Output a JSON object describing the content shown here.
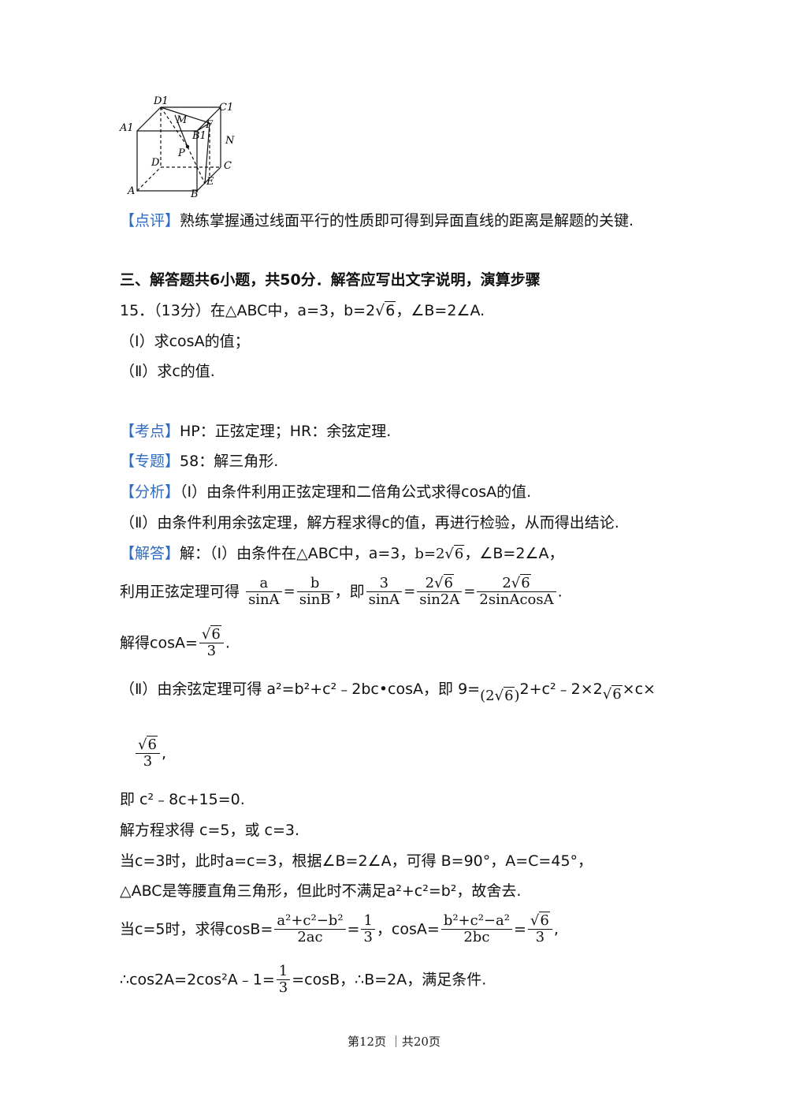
{
  "figure": {
    "labels": [
      "D1",
      "C1",
      "A1",
      "M",
      "F",
      "B1",
      "N",
      "P",
      "D",
      "C",
      "A",
      "B",
      "E"
    ]
  },
  "comment": {
    "tag": "【点评】",
    "text": "熟练掌握通过线面平行的性质即可得到异面直线的距离是解题的关键."
  },
  "section_title": "三、解答题共6小题，共50分．解答应写出文字说明，演算步骤",
  "problem": {
    "head": "15．（13分）在△ABC中，a=3，b=2",
    "sqrt6": "6",
    "tail": "，∠B=2∠A.",
    "q1": "（Ⅰ）求cosA的值；",
    "q2": "（Ⅱ）求c的值."
  },
  "kaodian": {
    "tag": "【考点】",
    "text": "HP：正弦定理；HR：余弦定理."
  },
  "zhuanti": {
    "tag": "【专题】",
    "text": "58：解三角形."
  },
  "fenxi": {
    "tag": "【分析】",
    "text": "（Ⅰ）由条件利用正弦定理和二倍角公式求得cosA的值."
  },
  "fenxi2": "（Ⅱ）由条件利用余弦定理，解方程求得c的值，再进行检验，从而得出结论.",
  "jieda": {
    "tag": "【解答】",
    "text1": "解：（Ⅰ）由条件在△ABC中，a=3，",
    "b": "b=2",
    "text2": "，∠B=2∠A，"
  },
  "step1": {
    "lead": "利用正弦定理可得",
    "f1n": "a",
    "f1d": "sinA",
    "eq": "=",
    "f2n": "b",
    "f2d": "sinB",
    "ji": "，即",
    "f3n": "3",
    "f3d": "sinA",
    "f4n": "2",
    "f4d": "sin2A",
    "f5n": "2",
    "f5d": "2sinAcosA",
    "end": "."
  },
  "step2": {
    "lead": "解得cosA=",
    "den": "3",
    "end": "."
  },
  "step3": {
    "lead": "（Ⅱ）由余弦定理可得",
    "eq": "a²=b²+c²﹣2bc•cosA，即",
    "nine": "9=",
    "p1": "(2",
    "p2": ")",
    "rest": "2+c²﹣2×2",
    "tail": "×c×"
  },
  "step3b": {
    "den": "3",
    "end": ","
  },
  "step4": "即 c²﹣8c+15=0.",
  "step5": "解方程求得 c=5，或 c=3.",
  "step6": "当c=3时，此时a=c=3，根据∠B=2∠A，可得 B=90°，A=C=45°，",
  "step7": "△ABC是等腰直角三角形，但此时不满足a²+c²=b²，故舍去.",
  "step8": {
    "lead": "当c=5时，求得cosB=",
    "n1": "a²+c²−b²",
    "d1": "2ac",
    "eq1": "=",
    "n2": "1",
    "d2": "3",
    "mid": "，cosA=",
    "n3": "b²+c²−a²",
    "d3": "2bc",
    "eq2": "=",
    "d4": "3",
    "end": ","
  },
  "step9": {
    "lead": "∴cos2A=2cos²A﹣1=",
    "n": "1",
    "d": "3",
    "tail": "=cosB，∴B=2A，满足条件."
  },
  "footer": "第12页 ｜共20页"
}
